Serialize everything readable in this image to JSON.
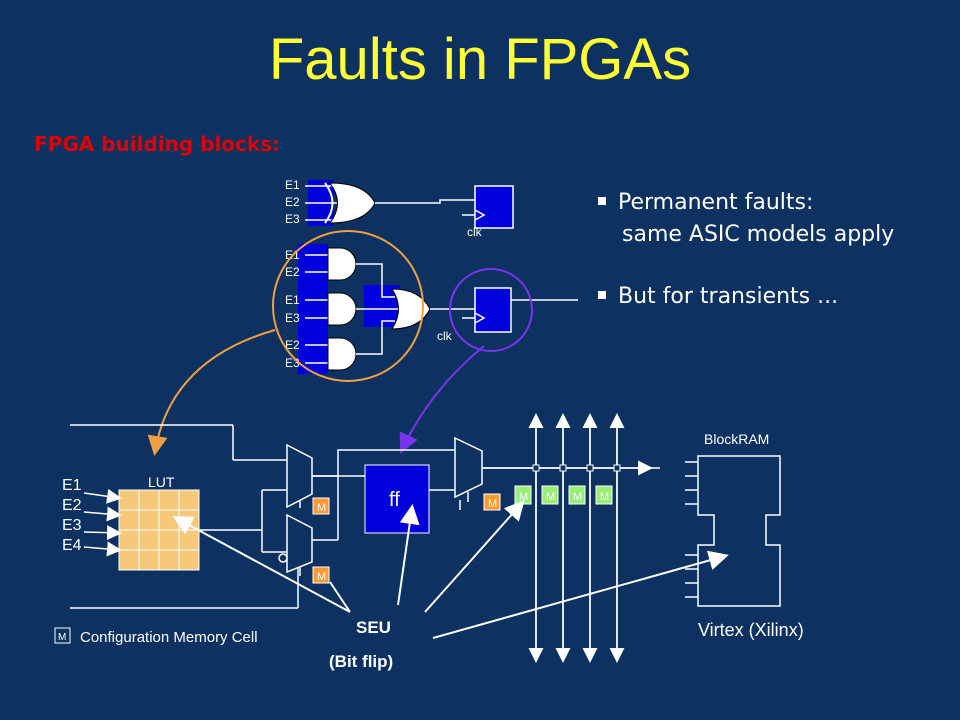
{
  "title": "Faults in FPGAs",
  "subtitle": "FPGA building blocks:",
  "bullets": {
    "permanent": "Permanent faults:",
    "permanent_detail": "same ASIC models apply",
    "transients": "But for transients ..."
  },
  "top_circuit": {
    "or_inputs": [
      "E1",
      "E2",
      "E3"
    ],
    "and_gates": [
      {
        "inputs": [
          "E1",
          "E2"
        ]
      },
      {
        "inputs": [
          "E1",
          "E3"
        ]
      },
      {
        "inputs": [
          "E2",
          "E3"
        ]
      }
    ],
    "clk_label": "clk"
  },
  "bottom_circuit": {
    "lut_label": "LUT",
    "lut_inputs": [
      "E1",
      "E2",
      "E3",
      "E4"
    ],
    "ff_label": "ff",
    "memory_cell_label": "M",
    "blockram_label": "BlockRAM",
    "device_label": "Virtex (Xilinx)",
    "legend_label": "Configuration Memory Cell",
    "seu_label": "SEU",
    "seu_detail": "(Bit flip)"
  },
  "colors": {
    "background": "#0d3160",
    "title": "#ffff33",
    "subtitle": "#e00000",
    "lut_cell": "#f5c87a",
    "memory_cell": "#ff9933",
    "routing_memory": "#99ee77",
    "arrow_orange": "#f0a040",
    "arrow_purple": "#7a33ee",
    "blue_block": "#0000dd"
  }
}
